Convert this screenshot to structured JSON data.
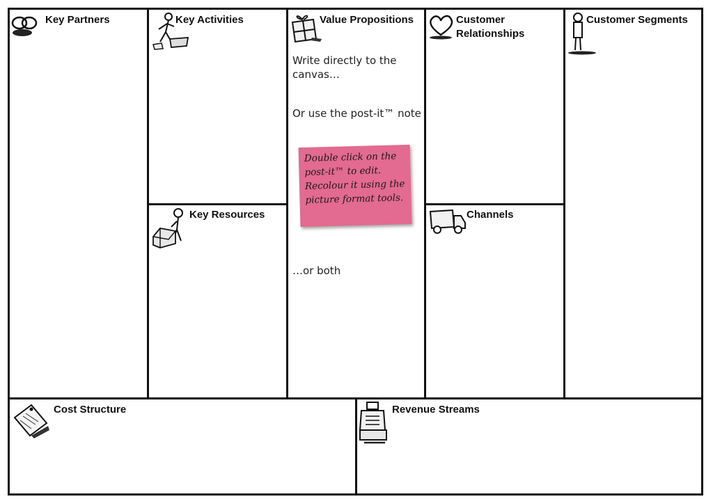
{
  "canvas": {
    "key_partners": "Key Partners",
    "key_activities": "Key Activities",
    "key_resources": "Key Resources",
    "value_propositions": "Value Propositions",
    "customer_relationships": "Customer\nRelationships",
    "channels": "Channels",
    "customer_segments": "Customer Segments",
    "cost_structure": "Cost Structure",
    "revenue_streams": "Revenue Streams"
  },
  "value_text": {
    "line1": "Write directly to the canvas…",
    "line2": "Or use the post-it™ note",
    "line3": "…or both"
  },
  "postit": {
    "text": "Double click on the post-it™ to edit. Recolour it using the picture format tools.",
    "color": "#e36a90"
  },
  "icons": {
    "key_partners": "linked-rings-icon",
    "key_activities": "worker-icon",
    "key_resources": "person-with-box-icon",
    "value_propositions": "gift-box-icon",
    "customer_relationships": "heart-icon",
    "channels": "delivery-truck-icon",
    "customer_segments": "standing-person-icon",
    "cost_structure": "price-tag-icon",
    "revenue_streams": "cash-register-icon"
  }
}
